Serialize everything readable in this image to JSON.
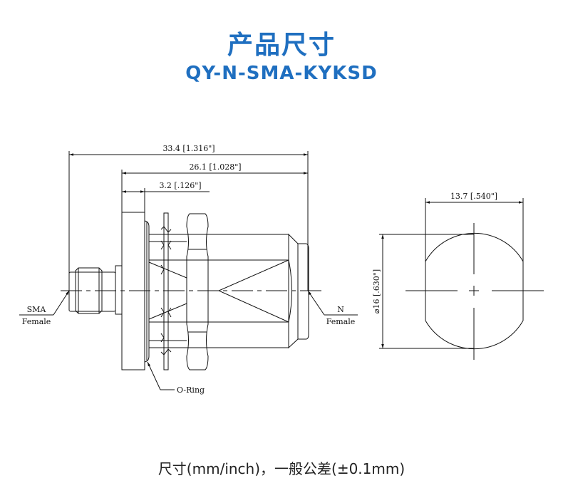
{
  "title": "产品尺寸",
  "model": "QY-N-SMA-KYKSD",
  "drawing": {
    "dim_overall": "33.4 [1.316\"]",
    "dim_body": "26.1 [1.028\"]",
    "dim_flange": "3.2 [.126\"]",
    "dim_flat": "13.7 [.540\"]",
    "dim_diameter": "⌀16 [.630\"]",
    "label_left_top": "SMA",
    "label_left_bottom": "Female",
    "label_right_top": "N",
    "label_right_bottom": "Female",
    "label_oring": "O-Ring"
  },
  "caption": "尺寸(mm/inch)，一般公差(±0.1mm)"
}
